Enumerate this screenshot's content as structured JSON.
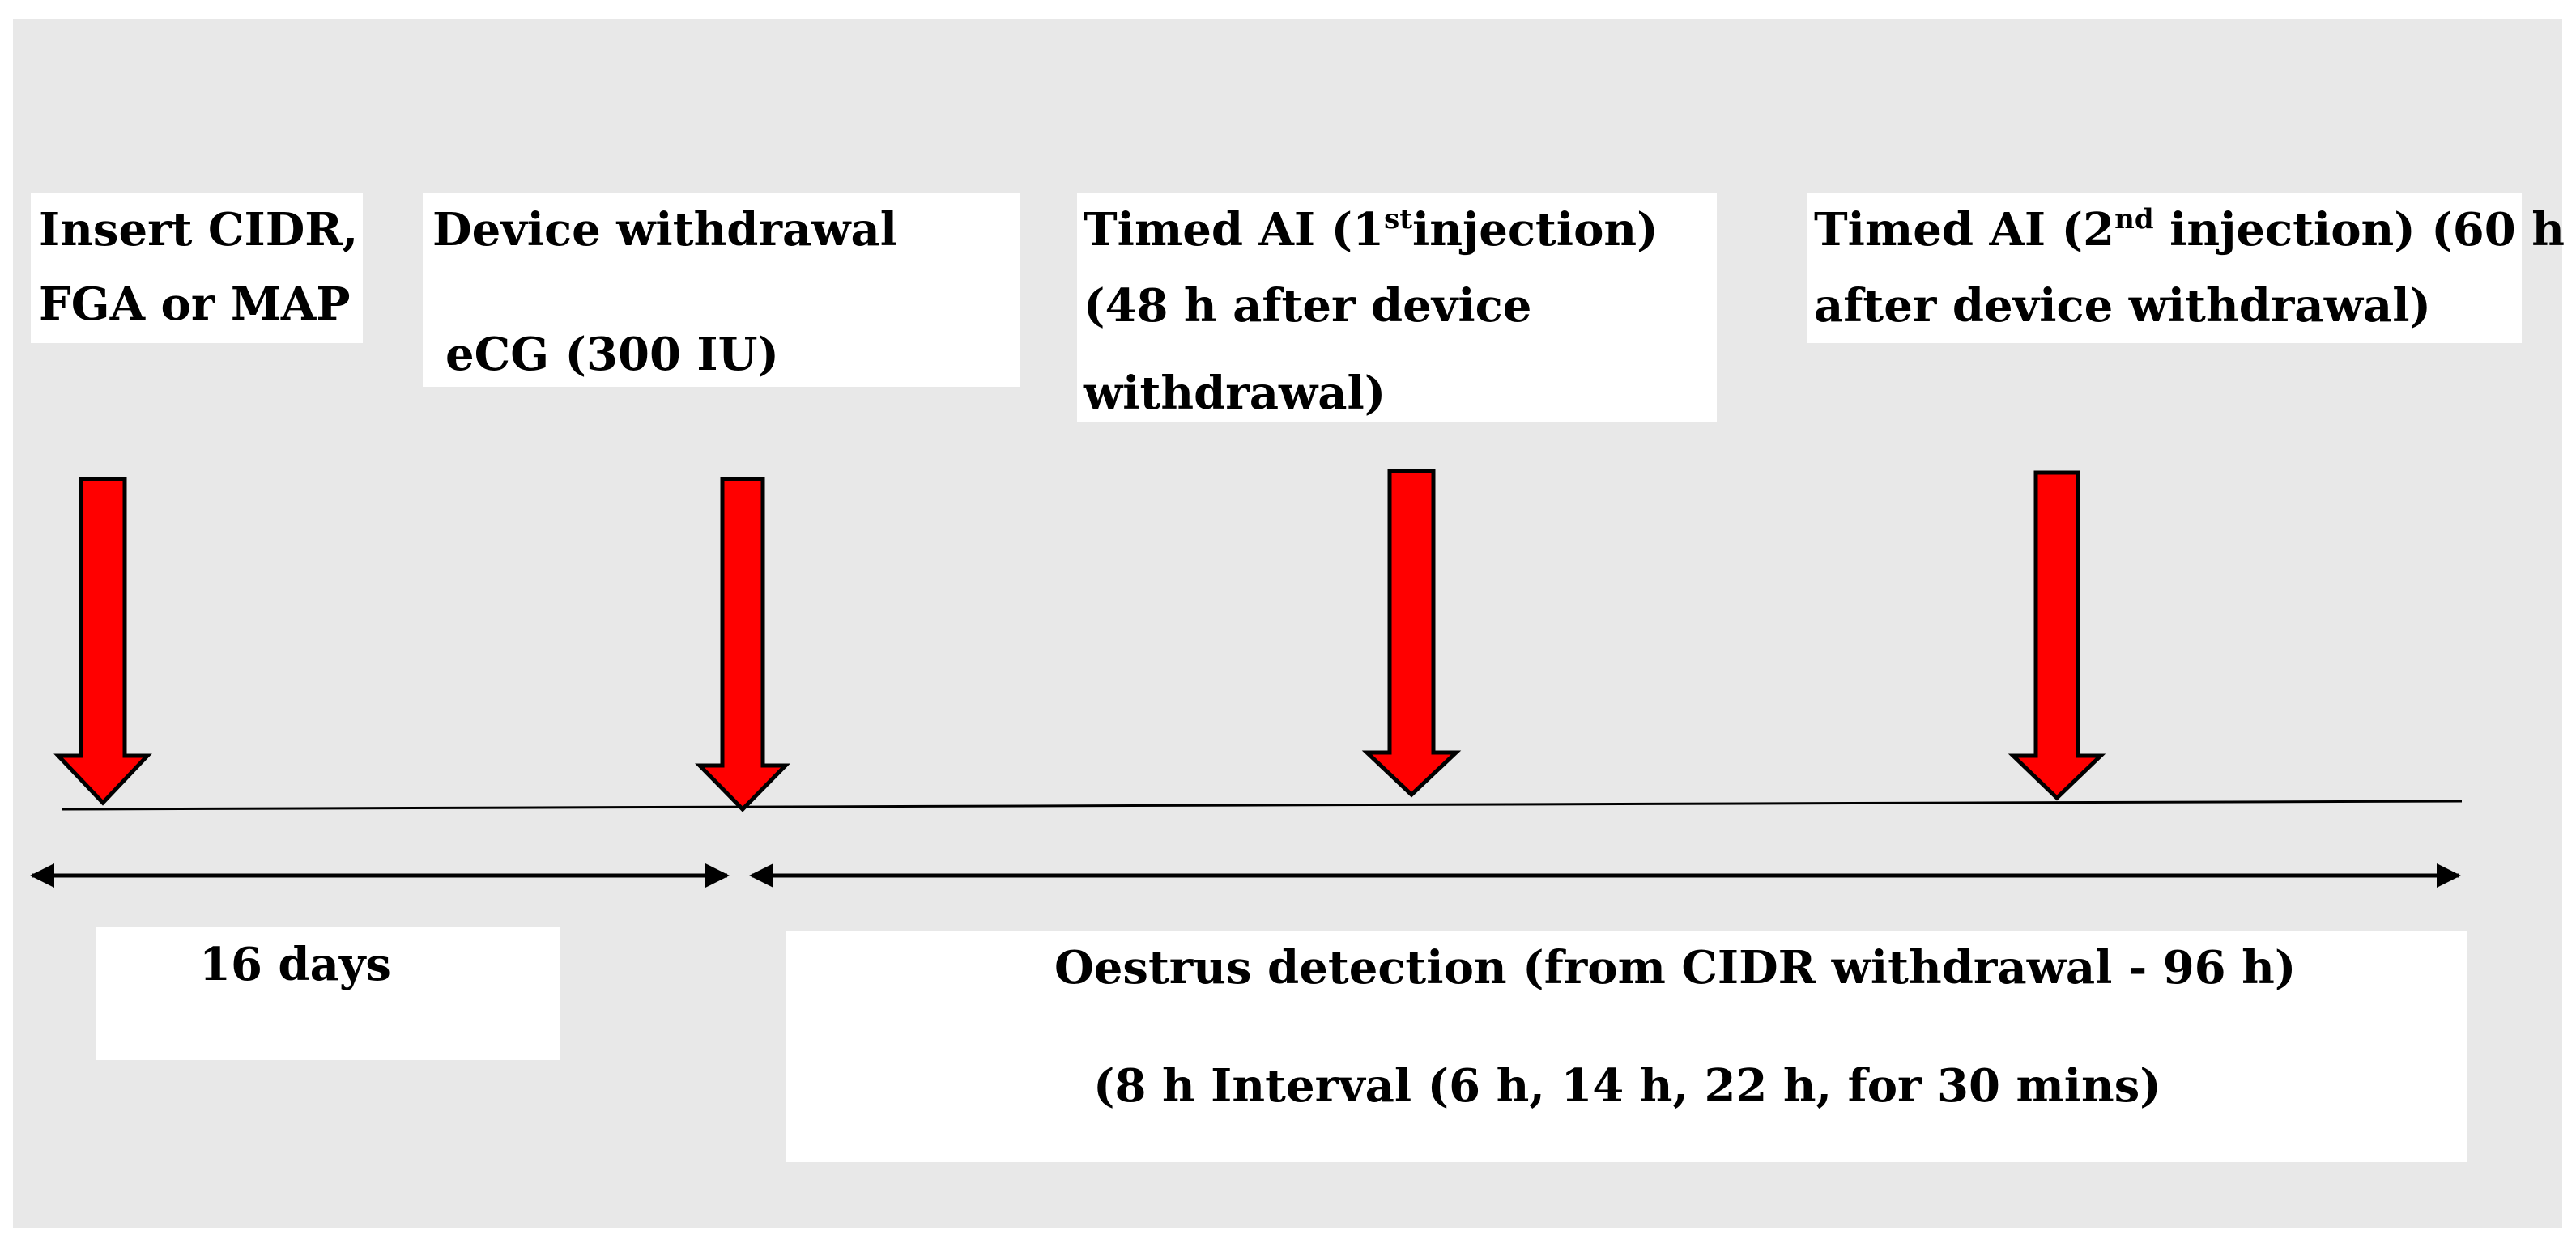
{
  "colors": {
    "background": "#e8e8e8",
    "arrow_fill": "#ff0000",
    "arrow_stroke": "#000000",
    "label_box": "#ffffff"
  },
  "steps": {
    "insert": {
      "line1": "Insert CIDR,",
      "line2": "FGA or MAP"
    },
    "withdrawal": {
      "line1": "Device withdrawal",
      "line2": "eCG (300 IU)"
    },
    "ai1": {
      "line1_pre": "Timed AI (1",
      "line1_sup": "st",
      "line1_post": "injection)",
      "line2": "(48 h after device",
      "line3": "withdrawal)"
    },
    "ai2": {
      "line1_pre": "Timed AI (2",
      "line1_sup": "nd",
      "line1_post": " injection) (60 h",
      "line2": "after device withdrawal)"
    }
  },
  "periods": {
    "duration": "16 days",
    "detection_line1": "Oestrus detection (from CIDR withdrawal - 96 h)",
    "detection_line2": "(8 h Interval (6 h, 14 h, 22 h, for 30 mins)"
  }
}
